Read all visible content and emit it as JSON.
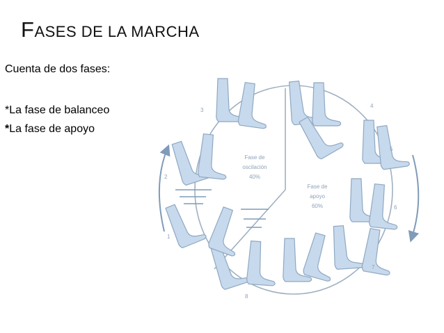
{
  "title": {
    "first_letter": "F",
    "rest": "ASES DE LA MARCHA"
  },
  "intro": "Cuenta de dos fases:",
  "phases": [
    {
      "star": "*",
      "text": "La fase de balanceo"
    },
    {
      "star": "*",
      "text": "La fase de apoyo"
    }
  ],
  "diagram": {
    "swing_label": [
      "Fase de",
      "oscilación",
      "40%"
    ],
    "stance_label": [
      "Fase de",
      "apoyo",
      "60%"
    ],
    "step_numbers": [
      "1",
      "2",
      "3",
      "4",
      "5",
      "6",
      "7",
      "8"
    ]
  },
  "colors": {
    "leg_fill": "#c7d9ec",
    "leg_stroke": "#8fa8c2",
    "circle": "#9fb0c2",
    "arrow": "#7f9bb8"
  }
}
